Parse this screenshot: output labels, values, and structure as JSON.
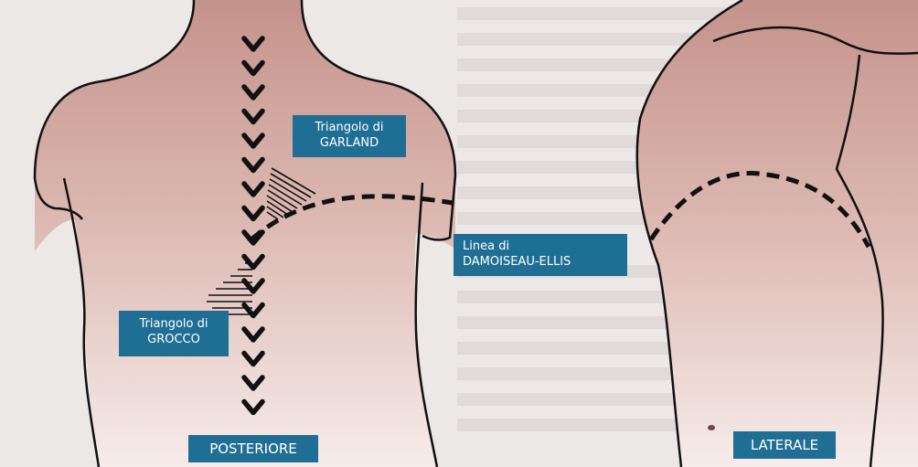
{
  "labels": {
    "garland_line1": "Triangolo di",
    "garland_line2": "GARLAND",
    "damoiseau_line1": "Linea di",
    "damoiseau_line2": "DAMOISEAU-ELLIS",
    "grocco_line1": "Triangolo di",
    "grocco_line2": "GROCCO",
    "posteriore": "POSTERIORE",
    "laterale": "LATERALE"
  },
  "colors": {
    "skin_top": "#c4938b",
    "skin_bottom": "#f6ecea",
    "outline": "#111111",
    "label_bg": "#1f6f95",
    "label_text": "#ffffff",
    "background": "#ece8e6"
  },
  "icons": {
    "spine_marker": "chevron-v-icon"
  }
}
